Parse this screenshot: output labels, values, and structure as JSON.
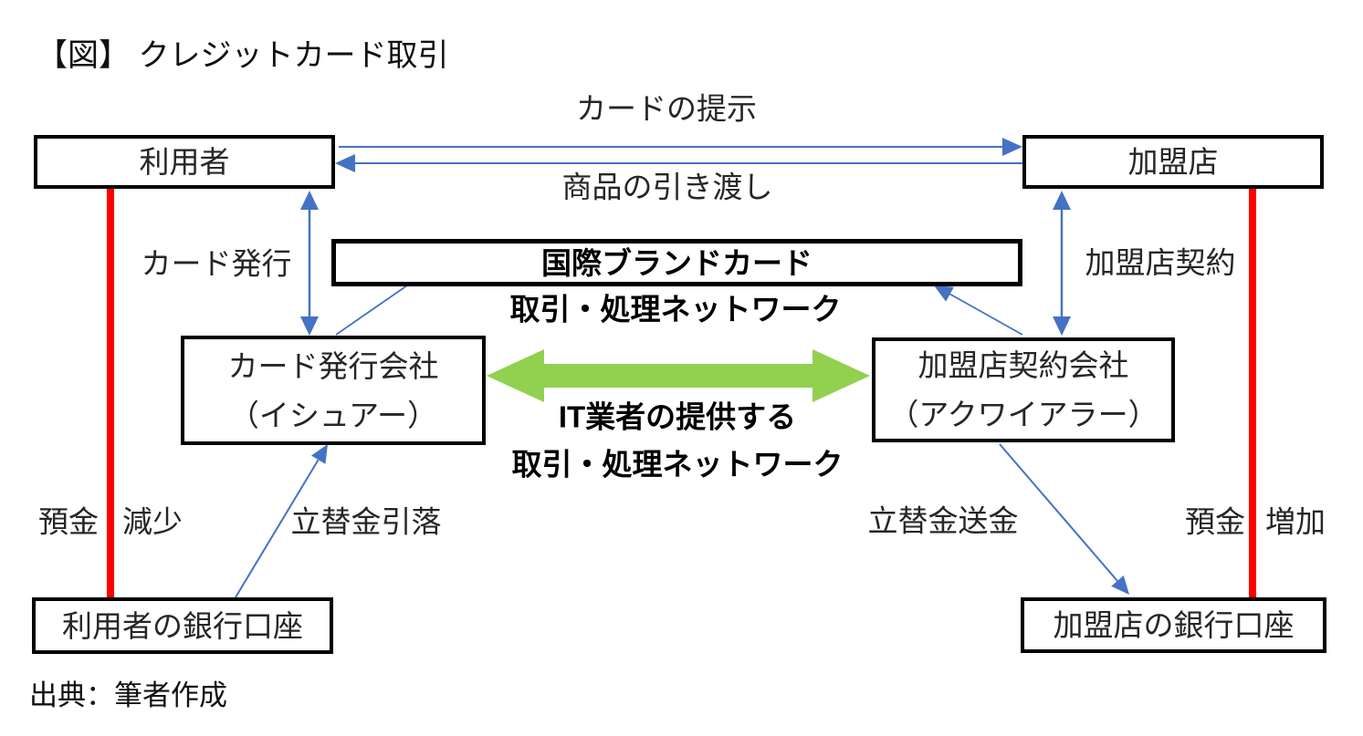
{
  "title": "【図】 クレジットカード取引",
  "source": "出典：筆者作成",
  "colors": {
    "blue": "#4472C4",
    "green": "#92D050",
    "red": "#FF0000",
    "ink": "#262626"
  },
  "nodes": {
    "user": "利用者",
    "merchant": "加盟店",
    "brand_card": "国際ブランドカード",
    "issuer_line1": "カード発行会社",
    "issuer_line2": "（イシュアー）",
    "acquirer_line1": "加盟店契約会社",
    "acquirer_line2": "（アクワイアラー）",
    "user_bank": "利用者の銀行口座",
    "merchant_bank": "加盟店の銀行口座"
  },
  "labels": {
    "card_presentation": "カードの提示",
    "goods_delivery": "商品の引き渡し",
    "card_issuance": "カード発行",
    "merchant_contract": "加盟店契約",
    "brand_network_caption": "取引・処理ネットワーク",
    "it_network_line1": "IT業者の提供する",
    "it_network_line2": "取引・処理ネットワーク",
    "deposit_left": "預金",
    "decrease": "減少",
    "advance_debit": "立替金引落",
    "advance_remit": "立替金送金",
    "deposit_right": "預金",
    "increase": "増加"
  }
}
